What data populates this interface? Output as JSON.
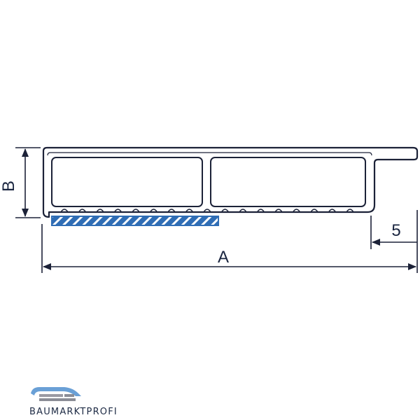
{
  "dimensions": {
    "height_label": "B",
    "length_label": "A",
    "offset_label": "5"
  },
  "brand": {
    "name": "BAUMARKTPROFI"
  },
  "colors": {
    "profile_stroke": "#1c2238",
    "dimension_line": "#1c2238",
    "adhesive_strip": "#2f6db5",
    "logo_accent": "#6aa0d6"
  }
}
